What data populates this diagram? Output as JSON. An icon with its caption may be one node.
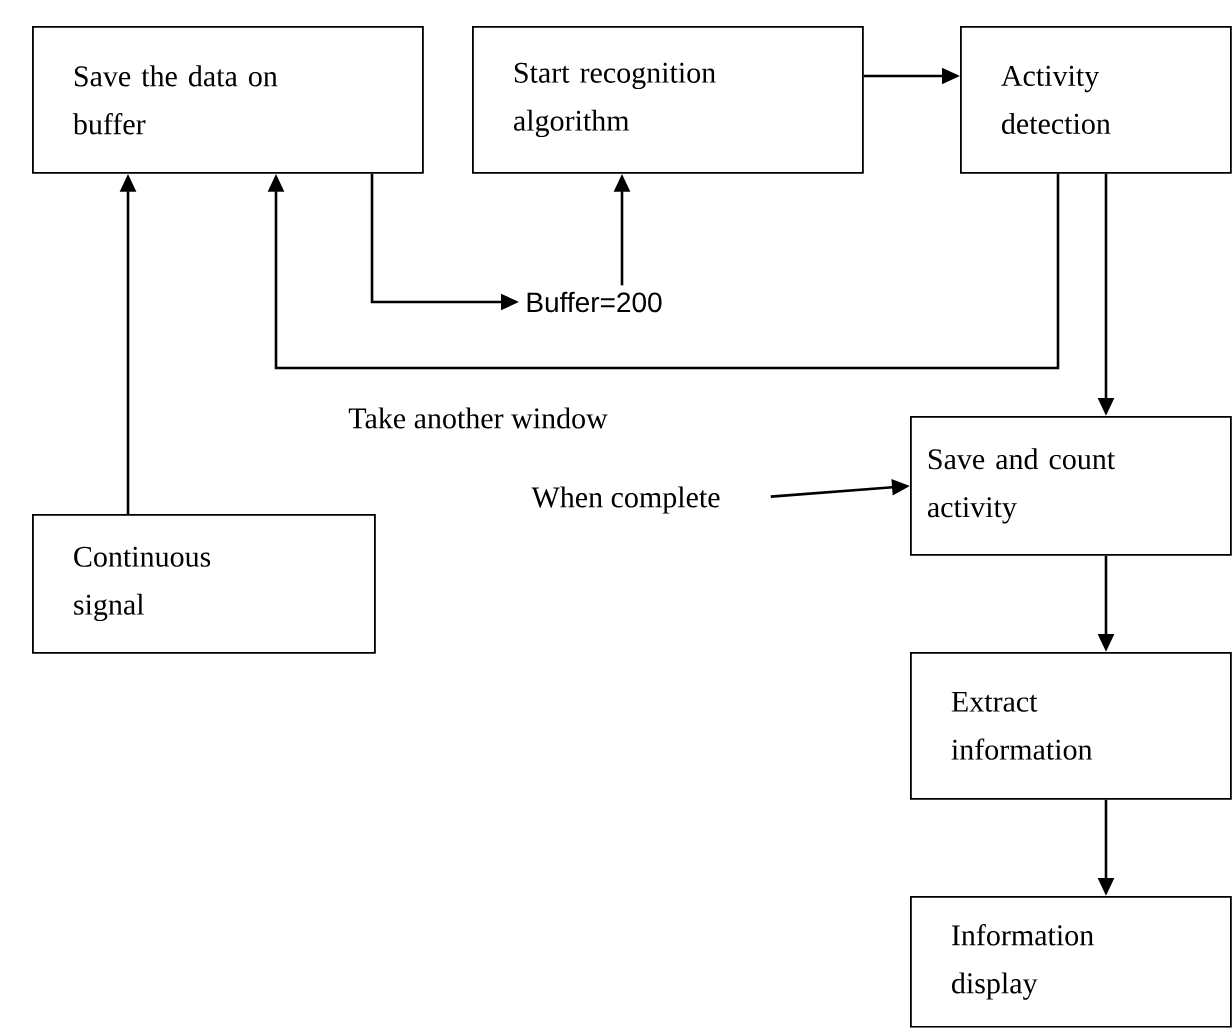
{
  "diagram": {
    "nodes": [
      {
        "text": [
          "Save the data on buffer"
        ]
      },
      {
        "text": [
          "Start recognition algorithm"
        ]
      },
      {
        "text": [
          "Activity detection"
        ]
      },
      {
        "text": [
          "Buffer=200"
        ]
      },
      {
        "text": [
          "Save and count activity"
        ]
      },
      {
        "text": [
          "When complete"
        ]
      },
      {
        "text": [
          "Continuous signal"
        ]
      },
      {
        "text": [
          "Extract information"
        ]
      },
      {
        "text": [
          "Information display"
        ]
      }
    ],
    "edges": [
      {
        "from": 0,
        "to": 3,
        "arrow": "to"
      },
      {
        "from": 3,
        "to": 1,
        "arrow": "to"
      },
      {
        "from": 1,
        "to": 2,
        "arrow": "to"
      },
      {
        "from": 2,
        "to": 0,
        "arrow": "to",
        "label": "Take another window"
      },
      {
        "from": 2,
        "to": 4,
        "arrow": "to"
      },
      {
        "from": 5,
        "to": 4,
        "arrow": "to"
      },
      {
        "from": 6,
        "to": 0,
        "arrow": "to"
      },
      {
        "from": 4,
        "to": 7,
        "arrow": "to"
      },
      {
        "from": 7,
        "to": 8,
        "arrow": "to"
      }
    ]
  }
}
